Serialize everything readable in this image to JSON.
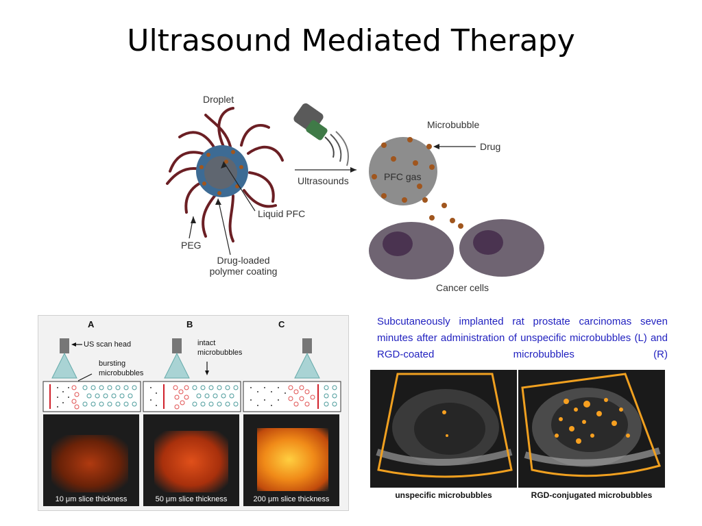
{
  "title": "Ultrasound Mediated Therapy",
  "diagram": {
    "droplet": "Droplet",
    "ultrasounds": "Ultrasounds",
    "microbubble": "Microbubble",
    "drug": "Drug",
    "pfc_gas": "PFC gas",
    "liquid_pfc": "Liquid PFC",
    "peg": "PEG",
    "coating_line1": "Drug-loaded",
    "coating_line2": "polymer coating",
    "cancer_cells": "Cancer cells"
  },
  "panel": {
    "letters": [
      "A",
      "B",
      "C"
    ],
    "us_scan_head": "US scan head",
    "bursting_line1": "bursting",
    "bursting_line2": "microbubbles",
    "intact_line1": "intact",
    "intact_line2": "microbubbles",
    "captions": [
      "10 μm slice thickness",
      "50 μm slice thickness",
      "200 μm slice thickness"
    ]
  },
  "description": "Subcutaneously implanted rat prostate carcinomas seven minutes after administration of unspecific microbubbles (L) and RGD-coated microbubbles (R)",
  "images": {
    "left_caption": "unspecific  microbubbles",
    "right_caption": "RGD-conjugated microbubbles"
  },
  "colors": {
    "description_text": "#1f1fbf",
    "sector_outline": "#f0a020",
    "marker_red": "#d0202a",
    "polymer": "#6b1f24",
    "droplet": "#3d6b94",
    "drug": "#a0561e"
  }
}
